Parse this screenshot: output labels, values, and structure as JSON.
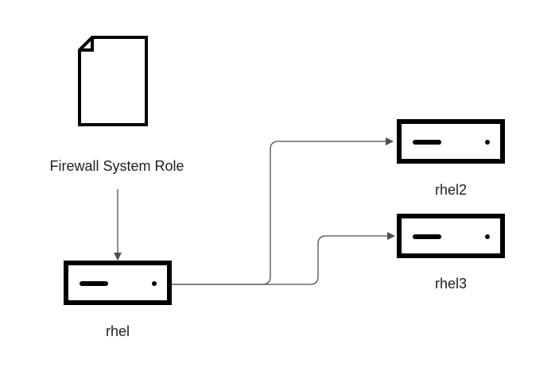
{
  "diagram": {
    "role_label": "Firewall System Role",
    "nodes": {
      "source": "rhel",
      "target_a": "rhel2",
      "target_b": "rhel3"
    },
    "colors": {
      "stroke": "#000000",
      "connector": "#4a4e57",
      "text": "#1f1f1f"
    },
    "icons": {
      "document": "document-icon",
      "server": "server-icon"
    }
  }
}
